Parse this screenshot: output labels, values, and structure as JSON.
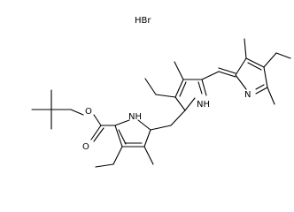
{
  "counter_ion": "HBr",
  "atoms": {
    "ester_oxygen": "O",
    "carbonyl_oxygen": "O",
    "pyrrole_nh_left": "NH",
    "pyrrole_nh_right": "NH",
    "imine_nitrogen": "N"
  }
}
